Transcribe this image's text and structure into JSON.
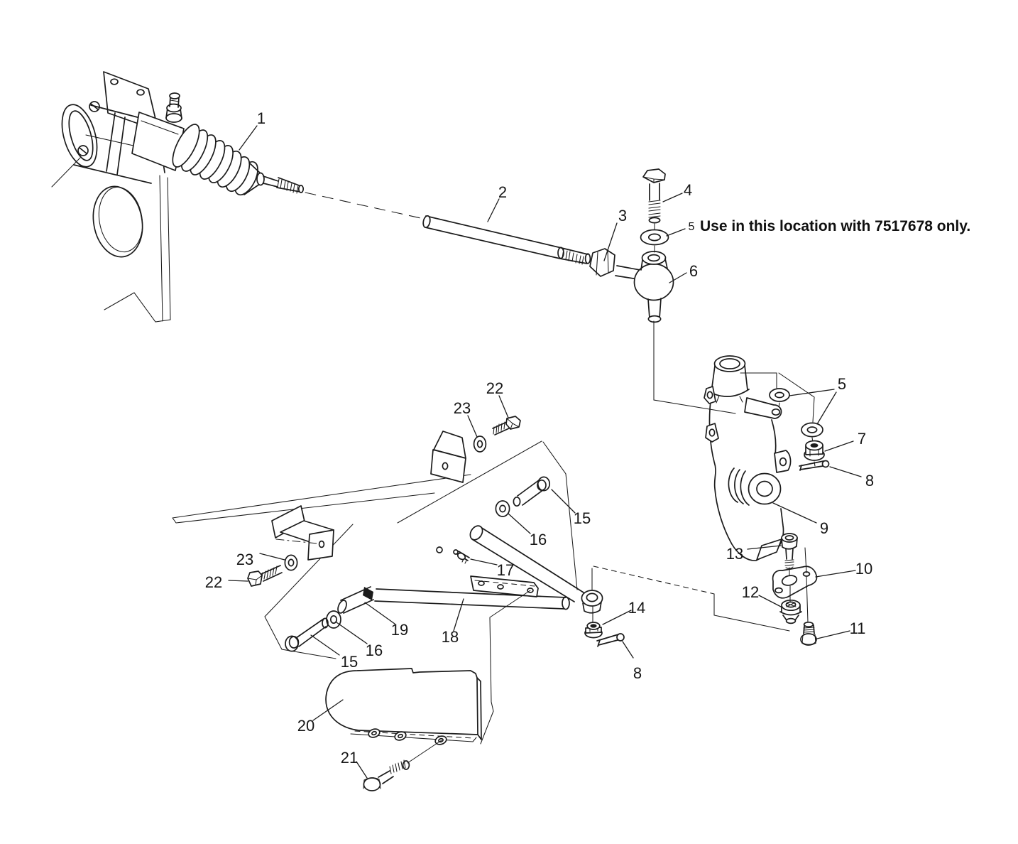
{
  "figure": {
    "type": "exploded-parts-diagram",
    "background": "#ffffff",
    "line_color": "#1b1b1b"
  },
  "note": {
    "callout": "5",
    "text": "Use in this location with 7517678 only."
  },
  "callouts": {
    "c1": "1",
    "c2": "2",
    "c3": "3",
    "c4": "4",
    "c5": "5",
    "c6": "6",
    "c7": "7",
    "c8_upper": "8",
    "c8_lower": "8",
    "c9": "9",
    "c10": "10",
    "c11": "11",
    "c12": "12",
    "c13": "13",
    "c14": "14",
    "c15_upper": "15",
    "c15_lower": "15",
    "c16_upper": "16",
    "c16_lower": "16",
    "c17": "17",
    "c18": "18",
    "c19": "19",
    "c20": "20",
    "c21": "21",
    "c22_upper": "22",
    "c22_lower": "22",
    "c23_upper": "23",
    "c23_lower": "23"
  }
}
